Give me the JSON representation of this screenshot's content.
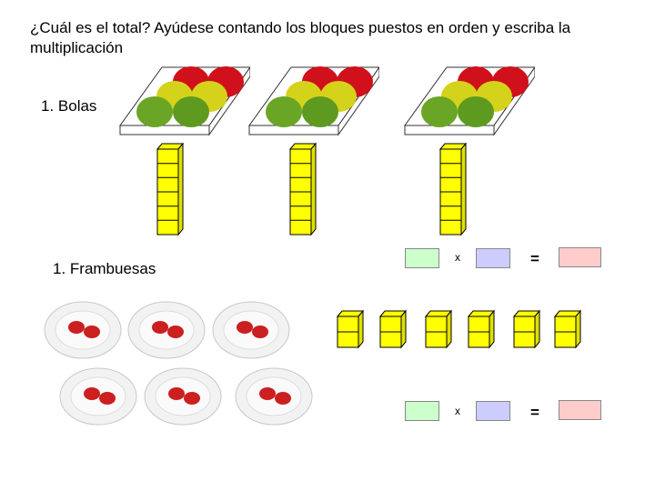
{
  "instruction": "¿Cuál es el total? Ayúdese contando los bloques puestos en orden y escriba la multiplicación",
  "section1": {
    "label": "1. Bolas"
  },
  "section2": {
    "label": "1. Frambuesas"
  },
  "equation1": {
    "times": "x",
    "equals": "="
  },
  "equation2": {
    "times": "x",
    "equals": "="
  },
  "colors": {
    "ball_red": "#d0101a",
    "ball_yellow": "#d4d21a",
    "ball_green": "#6aa526",
    "block_yellow": "#ffff00",
    "box_green": "#ccffcc",
    "box_blue": "#ccccff",
    "box_pink": "#ffcccc",
    "raspberry": "#cc1f1f"
  },
  "icons": [
    "ball-tray-icon",
    "block-tower-icon",
    "block-pair-icon",
    "plate-icon",
    "raspberry-icon"
  ]
}
